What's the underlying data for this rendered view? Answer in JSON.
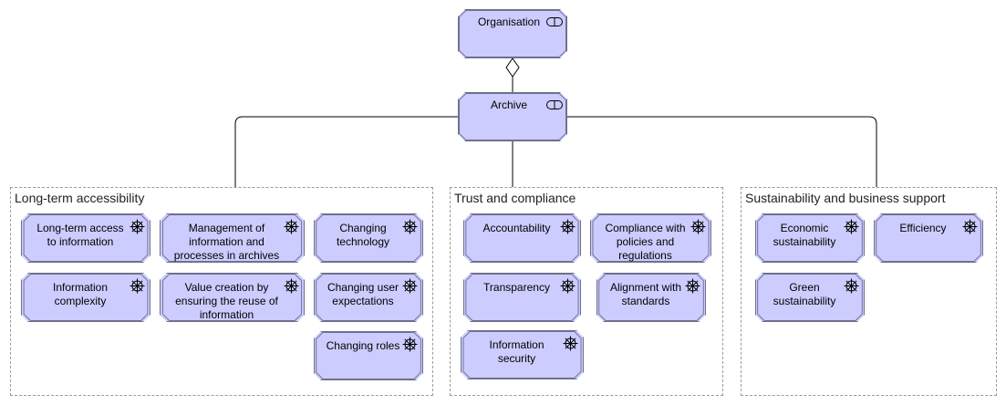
{
  "top_nodes": {
    "organisation": {
      "label": "Organisation",
      "icon": "business-service-icon"
    },
    "archive": {
      "label": "Archive",
      "icon": "business-service-icon"
    }
  },
  "groups": [
    {
      "label": "Long-term accessibility",
      "drivers": [
        {
          "label": "Long-term access to information",
          "icon": "driver-icon"
        },
        {
          "label": "Management of information and processes in archives",
          "icon": "driver-icon"
        },
        {
          "label": "Changing technology",
          "icon": "driver-icon"
        },
        {
          "label": "Information complexity",
          "icon": "driver-icon"
        },
        {
          "label": "Value creation by ensuring the reuse of information",
          "icon": "driver-icon"
        },
        {
          "label": "Changing user expectations",
          "icon": "driver-icon"
        },
        {
          "label": "Changing roles",
          "icon": "driver-icon"
        }
      ]
    },
    {
      "label": "Trust and compliance",
      "drivers": [
        {
          "label": "Accountability",
          "icon": "driver-icon"
        },
        {
          "label": "Compliance with policies and regulations",
          "icon": "driver-icon"
        },
        {
          "label": "Transparency",
          "icon": "driver-icon"
        },
        {
          "label": "Alignment with standards",
          "icon": "driver-icon"
        },
        {
          "label": "Information security",
          "icon": "driver-icon"
        }
      ]
    },
    {
      "label": "Sustainability and business support",
      "drivers": [
        {
          "label": "Economic sustainability",
          "icon": "driver-icon"
        },
        {
          "label": "Efficiency",
          "icon": "driver-icon"
        },
        {
          "label": "Green sustainability",
          "icon": "driver-icon"
        }
      ]
    }
  ],
  "colors": {
    "node_fill": "#ccccff",
    "node_border": "#6f6f8f",
    "line": "#000000",
    "group_border": "#9a9a9a"
  }
}
